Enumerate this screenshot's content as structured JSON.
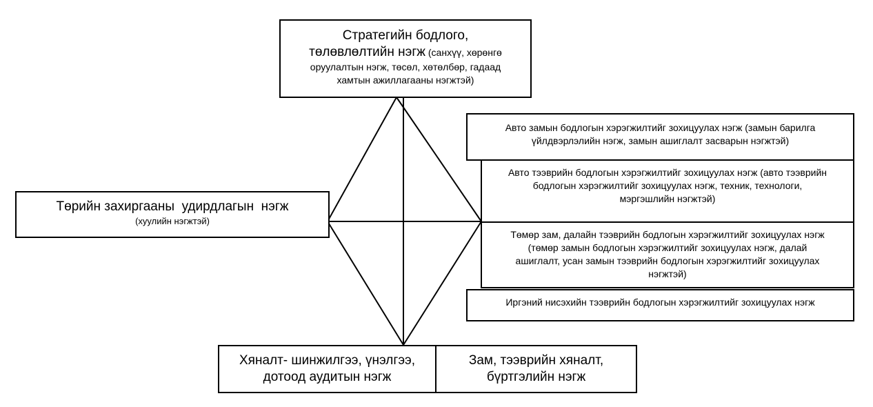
{
  "strategy": {
    "title_line1": "Стратегийн бодлого,",
    "title_line2_bold": "төлөвлөлтийн нэгж",
    "title_line2_note": " (санхүү, хөрөнгө",
    "note_line3": "оруулалтын нэгж, төсөл, хөтөлбөр, гадаад",
    "note_line4": "хамтын ажиллагааны нэгжтэй)"
  },
  "state_admin": {
    "title": "Төрийн захиргааны  удирдлагын  нэгж",
    "note": "(хуулийн нэгжтэй)"
  },
  "policy_units": [
    {
      "line1": "Авто замын бодлогын хэрэгжилтийг зохицуулах нэгж (замын барилга",
      "line2": "үйлдвэрлэлийн нэгж, замын ашиглалт засварын нэгжтэй)"
    },
    {
      "line1": "Авто тээврийн бодлогын хэрэгжилтийг зохицуулах нэгж (авто тээврийн",
      "line2": "бодлогын хэрэгжилтийг зохицуулах нэгж, техник, технологи,",
      "line3": "мэргэшлийн нэгжтэй)"
    },
    {
      "line1": "Төмөр зам, далайн тээврийн бодлогын хэрэгжилтийг зохицуулах нэгж",
      "line2": "(төмөр замын бодлогын хэрэгжилтийг зохицуулах нэгж, далай",
      "line3": "ашиглалт, усан замын тээврийн бодлогын хэрэгжилтийг зохицуулах",
      "line4": "нэгжтэй)"
    },
    {
      "line1": "Иргэний нисэхийн тээврийн бодлогын хэрэгжилтийг зохицуулах нэгж"
    }
  ],
  "monitoring": {
    "line1": "Хяналт- шинжилгээ, үнэлгээ,",
    "line2": "дотоод аудитын нэгж"
  },
  "control": {
    "line1": "Зам, тээврийн хяналт,",
    "line2": "бүртгэлийн нэгж"
  }
}
